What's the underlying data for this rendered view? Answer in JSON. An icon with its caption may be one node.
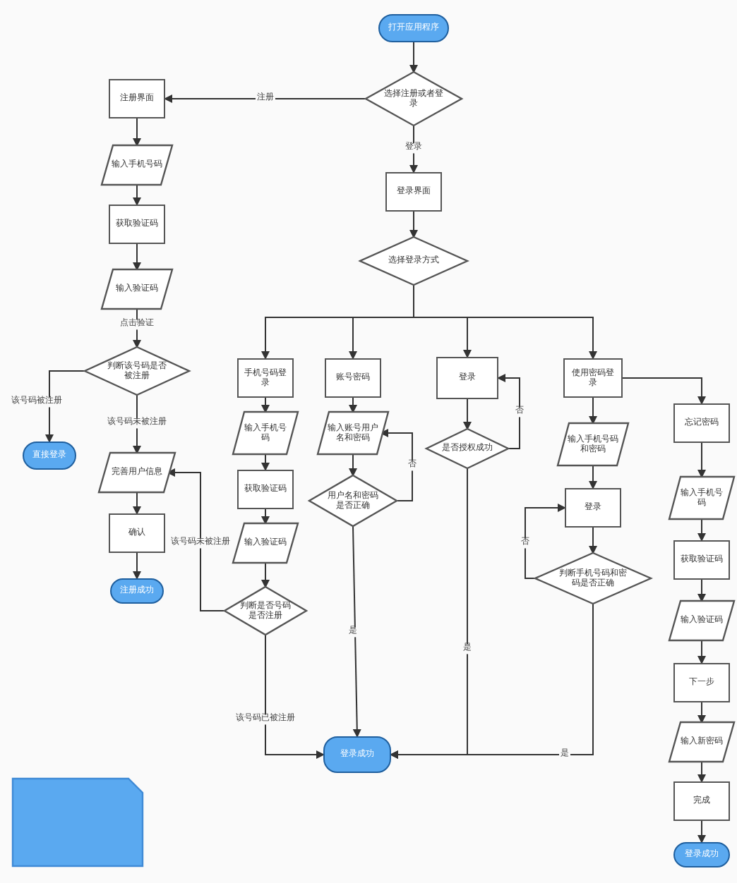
{
  "diagram": {
    "nodes": [
      {
        "text": [
          "打开应用程序"
        ]
      },
      {
        "text": [
          "选择注册或者登录"
        ]
      },
      {
        "text": [
          "注册界面"
        ]
      },
      {
        "text": [
          "输入手机号码"
        ]
      },
      {
        "text": [
          "获取验证码"
        ]
      },
      {
        "text": [
          "输入验证码"
        ]
      },
      {
        "text": [
          "判断该号码是否被注册"
        ]
      },
      {
        "text": [
          "直接登录"
        ]
      },
      {
        "text": [
          "完善用户信息"
        ]
      },
      {
        "text": [
          "确认"
        ]
      },
      {
        "text": [
          "注册成功"
        ]
      },
      {
        "text": [
          "登录界面"
        ]
      },
      {
        "text": [
          "选择登录方式"
        ]
      },
      {
        "text": [
          "手机号码登录"
        ]
      },
      {
        "text": [
          "输入手机号码"
        ]
      },
      {
        "text": [
          "获取验证码"
        ]
      },
      {
        "text": [
          "输入验证码"
        ]
      },
      {
        "text": [
          "判断是否号码是否注册"
        ]
      },
      {
        "text": [
          "账号密码"
        ]
      },
      {
        "text": [
          "输入账号用户名和密码"
        ]
      },
      {
        "text": [
          "用户名和密码是否正确"
        ]
      },
      {
        "text": [
          "登录"
        ]
      },
      {
        "text": [
          "是否授权成功"
        ]
      },
      {
        "text": [
          "使用密码登录"
        ]
      },
      {
        "text": [
          "输入手机号码和密码"
        ]
      },
      {
        "text": [
          "登录"
        ]
      },
      {
        "text": [
          "判断手机号码和密码是否正确"
        ]
      },
      {
        "text": [
          "忘记密码"
        ]
      },
      {
        "text": [
          "输入手机号码"
        ]
      },
      {
        "text": [
          "获取验证码"
        ]
      },
      {
        "text": [
          "输入验证码"
        ]
      },
      {
        "text": [
          "下一步"
        ]
      },
      {
        "text": [
          "输入新密码"
        ]
      },
      {
        "text": [
          "完成"
        ]
      },
      {
        "text": [
          "登录成功"
        ]
      },
      {
        "text": [
          "登录成功"
        ]
      },
      {
        "text": [],
        "shape": "box"
      }
    ],
    "edges": [
      {
        "from": 0,
        "to": 1,
        "arrow": "to"
      },
      {
        "from": 1,
        "to": 2,
        "arrow": "to",
        "label": "注册"
      },
      {
        "from": 1,
        "to": 11,
        "arrow": "to",
        "label": "登录"
      },
      {
        "from": 2,
        "to": 3,
        "arrow": "to"
      },
      {
        "from": 3,
        "to": 4,
        "arrow": "to"
      },
      {
        "from": 4,
        "to": 5,
        "arrow": "to"
      },
      {
        "from": 5,
        "to": 6,
        "arrow": "to",
        "label": "点击验证"
      },
      {
        "from": 6,
        "to": 7,
        "arrow": "to",
        "label": "该号码被注册"
      },
      {
        "from": 6,
        "to": 8,
        "arrow": "to",
        "label": "该号码未被注册"
      },
      {
        "from": 8,
        "to": 9,
        "arrow": "to"
      },
      {
        "from": 9,
        "to": 10,
        "arrow": "to"
      },
      {
        "from": 11,
        "to": 12,
        "arrow": "to"
      },
      {
        "from": 12,
        "to": 13,
        "arrow": "to"
      },
      {
        "from": 12,
        "to": 18,
        "arrow": "to"
      },
      {
        "from": 12,
        "to": 21,
        "arrow": "to"
      },
      {
        "from": 12,
        "to": 23,
        "arrow": "to"
      },
      {
        "from": 13,
        "to": 14,
        "arrow": "to"
      },
      {
        "from": 14,
        "to": 15,
        "arrow": "to"
      },
      {
        "from": 15,
        "to": 16,
        "arrow": "to"
      },
      {
        "from": 16,
        "to": 17,
        "arrow": "to"
      },
      {
        "from": 17,
        "to": 8,
        "arrow": "to",
        "label": "该号码未被注册"
      },
      {
        "from": 17,
        "to": 35,
        "arrow": "to",
        "label": "该号码已被注册"
      },
      {
        "from": 18,
        "to": 19,
        "arrow": "to"
      },
      {
        "from": 19,
        "to": 20,
        "arrow": "to"
      },
      {
        "from": 20,
        "to": 19,
        "arrow": "to",
        "label": "否"
      },
      {
        "from": 20,
        "to": 35,
        "arrow": "to",
        "label": "是"
      },
      {
        "from": 21,
        "to": 22,
        "arrow": "to"
      },
      {
        "from": 22,
        "to": 21,
        "arrow": "to",
        "label": "否"
      },
      {
        "from": 22,
        "to": 35,
        "arrow": "to",
        "label": "是"
      },
      {
        "from": 23,
        "to": 24,
        "arrow": "to"
      },
      {
        "from": 24,
        "to": 25,
        "arrow": "to"
      },
      {
        "from": 25,
        "to": 26,
        "arrow": "to"
      },
      {
        "from": 26,
        "to": 25,
        "arrow": "to",
        "label": "否"
      },
      {
        "from": 26,
        "to": 35,
        "arrow": "to",
        "label": "是"
      },
      {
        "from": 23,
        "to": 27,
        "arrow": "to"
      },
      {
        "from": 27,
        "to": 28,
        "arrow": "to"
      },
      {
        "from": 28,
        "to": 29,
        "arrow": "to"
      },
      {
        "from": 29,
        "to": 30,
        "arrow": "to"
      },
      {
        "from": 30,
        "to": 31,
        "arrow": "to"
      },
      {
        "from": 31,
        "to": 32,
        "arrow": "to"
      },
      {
        "from": 32,
        "to": 33,
        "arrow": "to"
      },
      {
        "from": 33,
        "to": 34,
        "arrow": "to"
      }
    ]
  }
}
